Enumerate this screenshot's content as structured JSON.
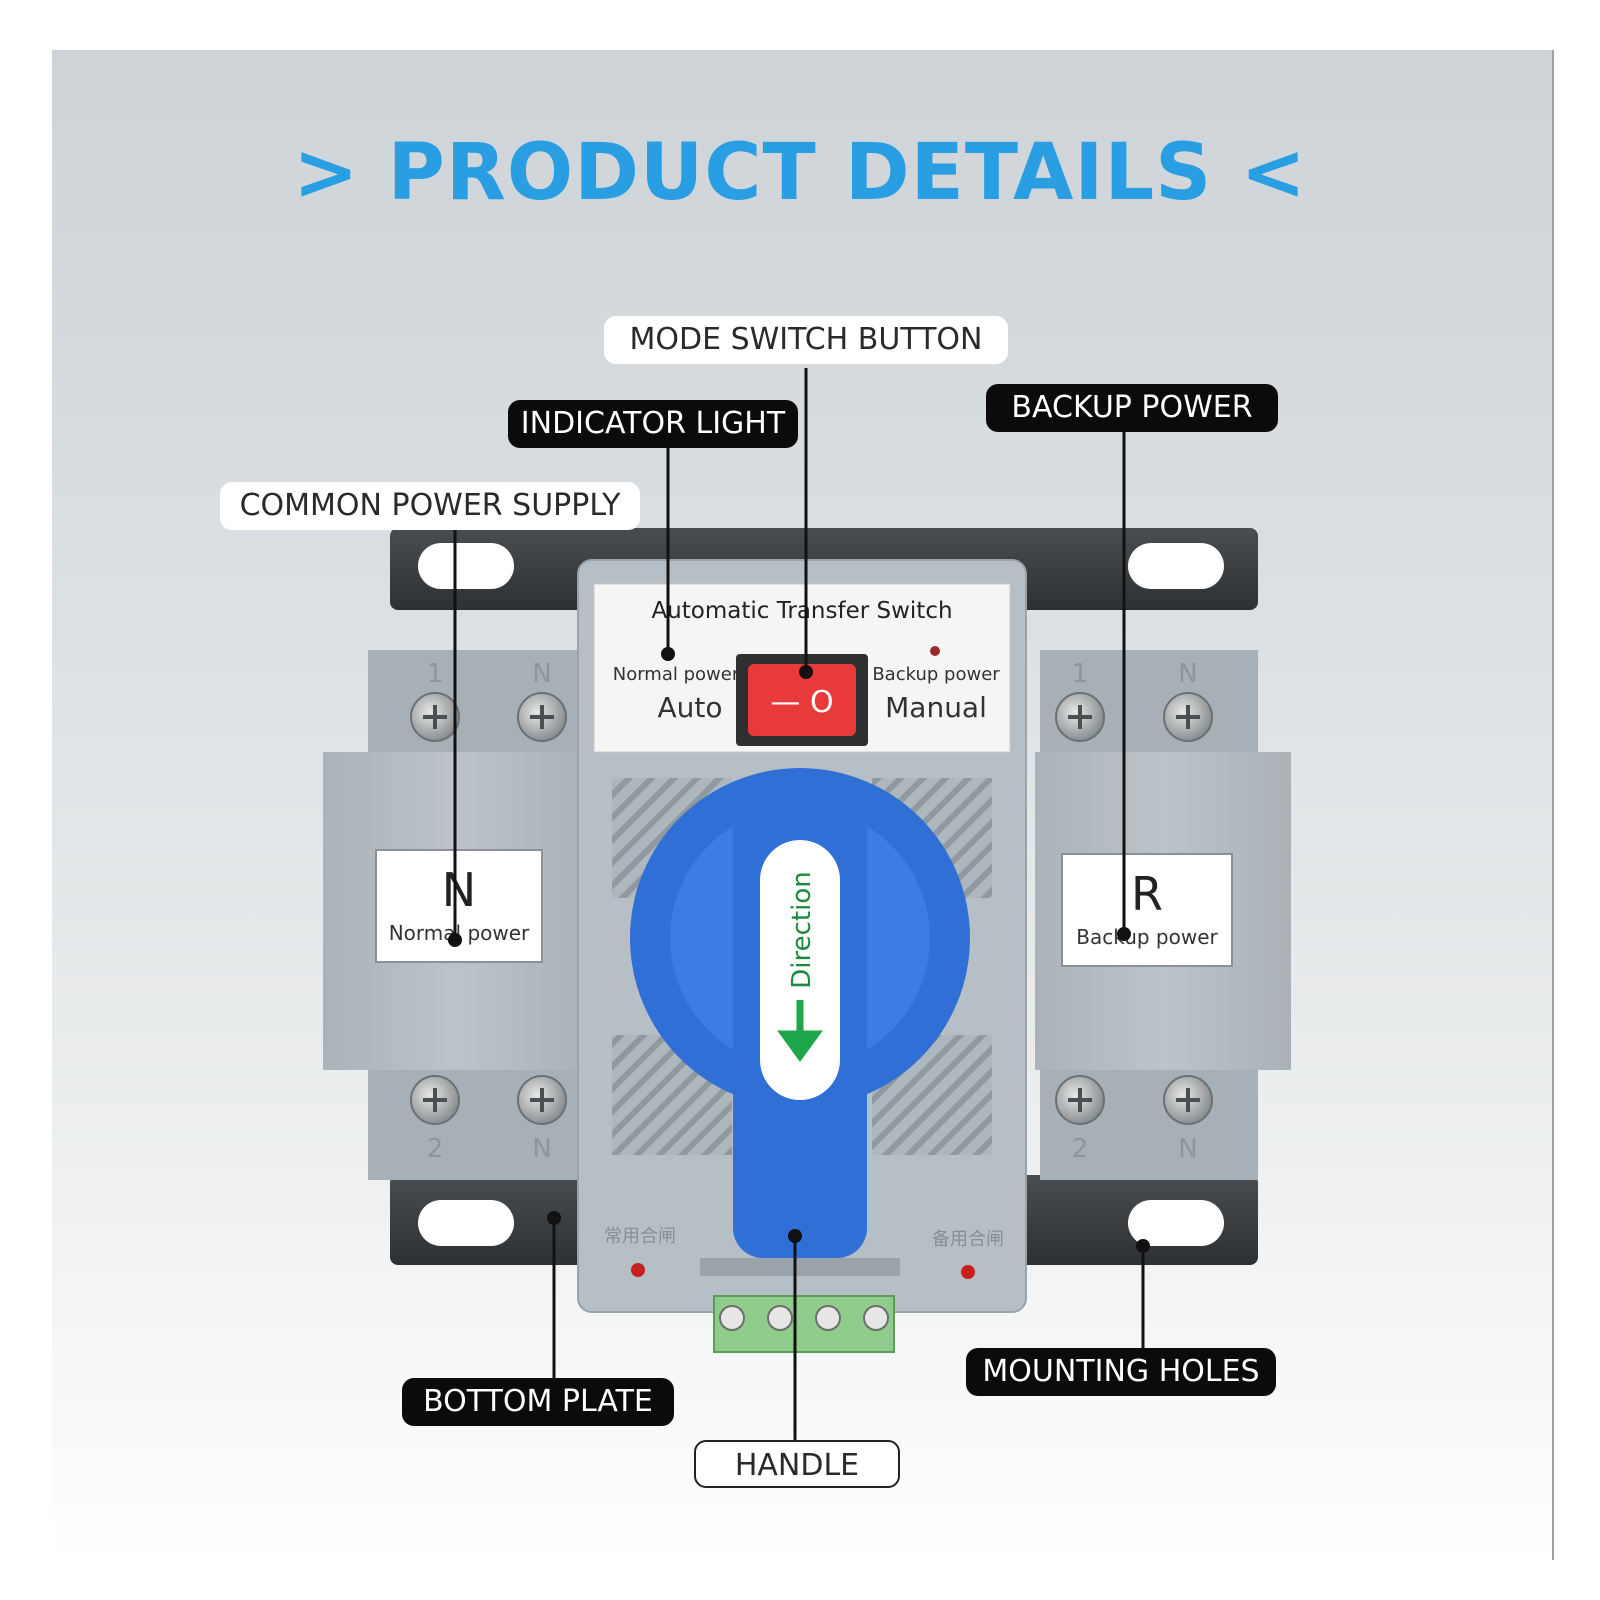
{
  "title": "> PRODUCT DETAILS <",
  "callouts": {
    "mode_switch_button": "MODE SWITCH BUTTON",
    "indicator_light": "INDICATOR LIGHT",
    "backup_power": "BACKUP POWER",
    "common_power_supply": "COMMON POWER SUPPLY",
    "bottom_plate": "BOTTOM PLATE",
    "handle": "HANDLE",
    "mounting_holes": "MOUNTING HOLES"
  },
  "device": {
    "panel_title": "Automatic Transfer Switch",
    "normal_power": "Normal power",
    "backup_power": "Backup power",
    "auto": "Auto",
    "manual": "Manual",
    "switch_symbols": "— O",
    "left_label_letter": "N",
    "left_label_text": "Normal power",
    "right_label_letter": "R",
    "right_label_text": "Backup power",
    "handle_text": "Direction",
    "terminal_top_left": [
      "1",
      "N"
    ],
    "terminal_top_right": [
      "1",
      "N"
    ],
    "terminal_bottom_left": [
      "2",
      "N"
    ],
    "terminal_bottom_right": [
      "2",
      "N"
    ],
    "bottom_left_mark": "常用合闸",
    "bottom_right_mark": "备用合闸"
  },
  "colors": {
    "title": "#2a9ee2",
    "handle": "#2f6fd6",
    "switch": "#e83a3a",
    "body": "#b3bcc2"
  }
}
